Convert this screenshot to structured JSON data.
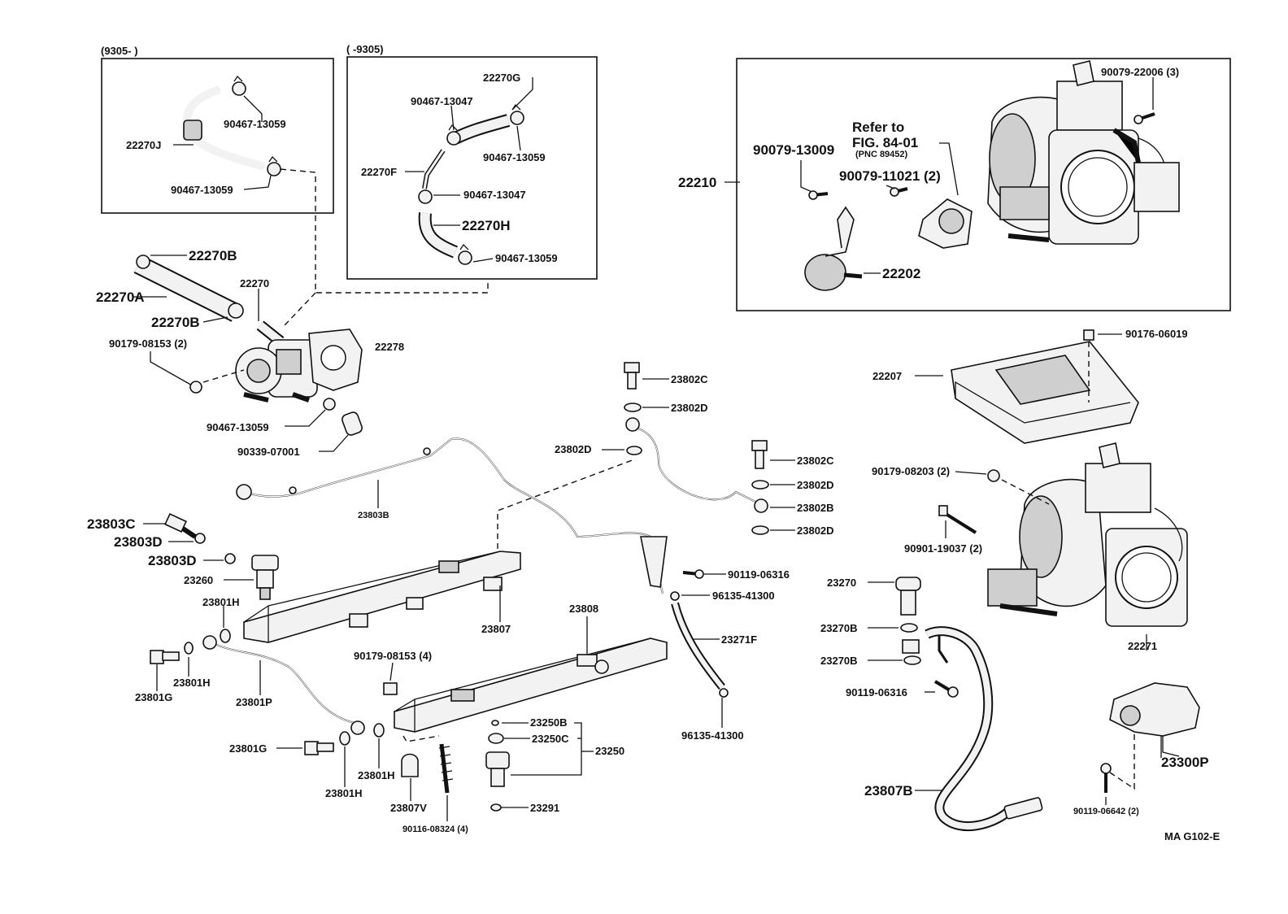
{
  "boxes": {
    "left_date": "(9305-        )",
    "middle_date": "(        -9305)"
  },
  "labels": {
    "p90467_13059_a": "90467-13059",
    "p22270J": "22270J",
    "p90467_13059_b": "90467-13059",
    "p22270G": "22270G",
    "p90467_13047_a": "90467-13047",
    "p90467_13059_c": "90467-13059",
    "p22270F": "22270F",
    "p90467_13047_b": "90467-13047",
    "p22270H": "22270H",
    "p90467_13059_d": "90467-13059",
    "p22270B_a": "22270B",
    "p22270A": "22270A",
    "p22270": "22270",
    "p22270B_b": "22270B",
    "p90179_08153_2": "90179-08153 (2)",
    "p22278": "22278",
    "p90467_13059_e": "90467-13059",
    "p90339_07001": "90339-07001",
    "p23802C_a": "23802C",
    "p23802D_a": "23802D",
    "p23802D_b": "23802D",
    "p23803B": "23803B",
    "p23802C_b": "23802C",
    "p23802D_c": "23802D",
    "p23802B": "23802B",
    "p23802D_d": "23802D",
    "p23803C": "23803C",
    "p23803D_a": "23803D",
    "p23803D_b": "23803D",
    "p23260": "23260",
    "p23801H_a": "23801H",
    "p23807": "23807",
    "p90119_06316_a": "90119-06316",
    "p96135_41300_a": "96135-41300",
    "p23808": "23808",
    "p23271F": "23271F",
    "p90179_08153_4": "90179-08153 (4)",
    "p23801G_a": "23801G",
    "p23801H_b": "23801H",
    "p23801P": "23801P",
    "p96135_41300_b": "96135-41300",
    "p23250B": "23250B",
    "p23250C": "23250C",
    "p23250": "23250",
    "p23801G_b": "23801G",
    "p23801H_c": "23801H",
    "p23801H_d": "23801H",
    "p23807V": "23807V",
    "p23291": "23291",
    "p90116_08324": "90116-08324 (4)",
    "p22210": "22210",
    "p90079_22006": "90079-22006 (3)",
    "refer_1": "Refer to",
    "refer_2": "FIG. 84-01",
    "refer_3": "(PNC 89452)",
    "p90079_13009": "90079-13009",
    "p90079_11021": "90079-11021 (2)",
    "p22202": "22202",
    "p90176_06019": "90176-06019",
    "p22207": "22207",
    "p90179_08203": "90179-08203 (2)",
    "p90901_19037": "90901-19037 (2)",
    "p23270": "23270",
    "p23270B_a": "23270B",
    "p23270B_b": "23270B",
    "p90119_06316_b": "90119-06316",
    "p22271": "22271",
    "p23300P": "23300P",
    "p23807B": "23807B",
    "p90119_06642": "90119-06642 (2)",
    "fig_code": "MA G102-E"
  }
}
